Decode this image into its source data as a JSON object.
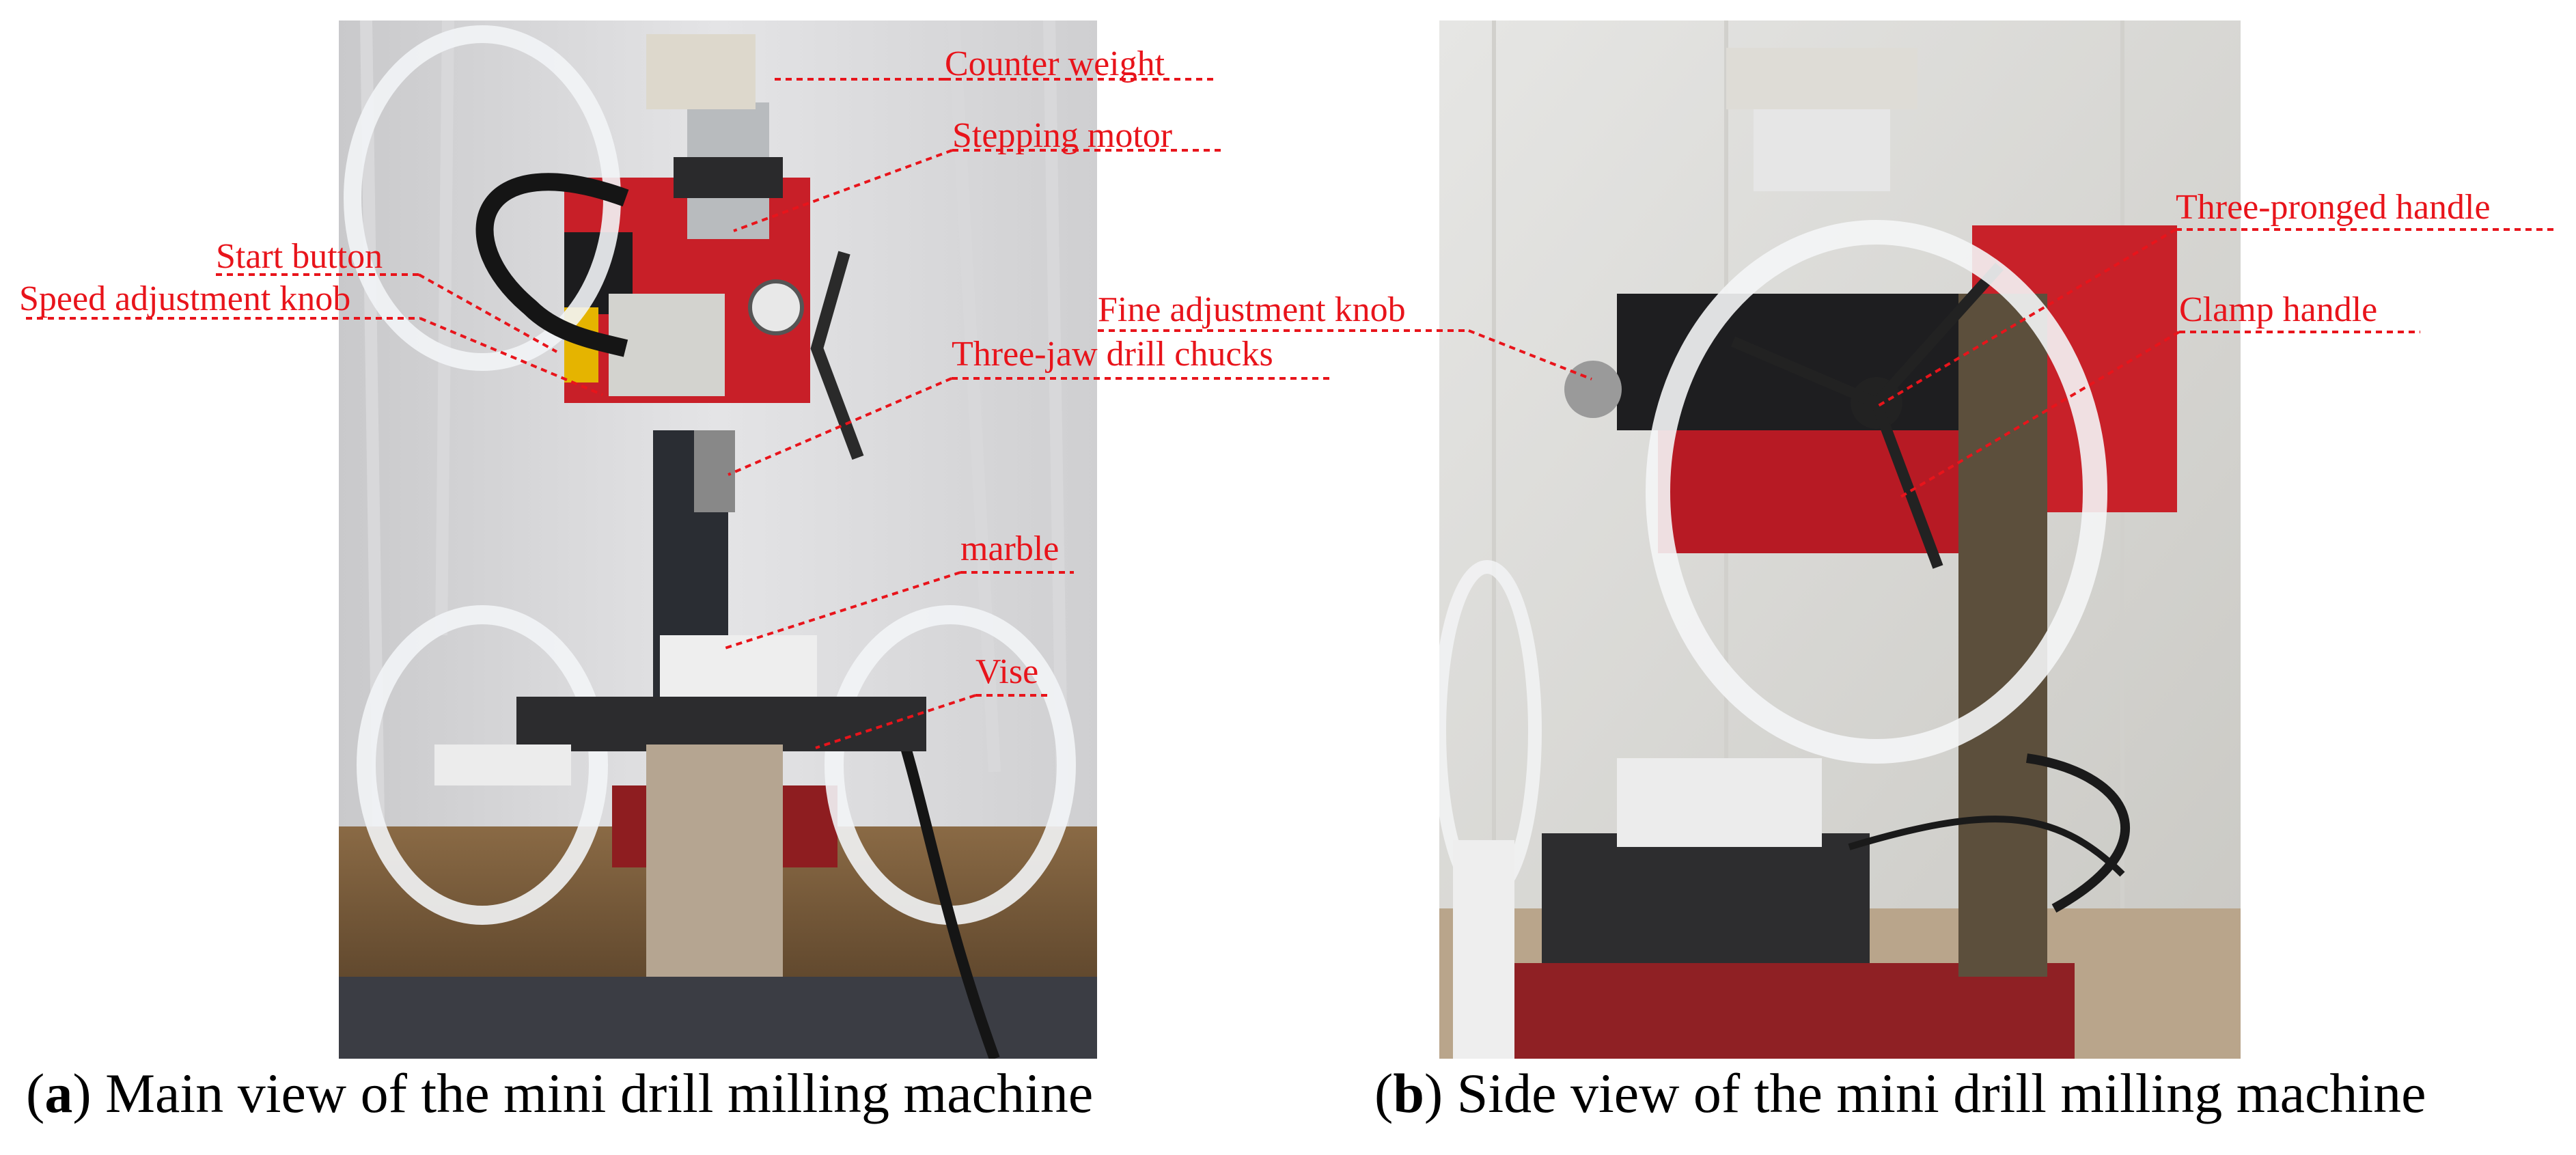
{
  "figure": {
    "panel_a": {
      "caption_letter": "a",
      "caption_text": "Main view of the mini drill milling machine",
      "labels": {
        "counter_weight": "Counter weight",
        "stepping_motor": "Stepping motor",
        "start_button": "Start button",
        "speed_knob": "Speed adjustment knob",
        "drill_chucks": "Three-jaw drill chucks",
        "marble": "marble",
        "vise": "Vise"
      }
    },
    "panel_b": {
      "caption_letter": "b",
      "caption_text": "Side view of the mini drill milling machine",
      "labels": {
        "fine_knob": "Fine adjustment knob",
        "three_pronged_handle": "Three-pronged handle",
        "clamp_handle": "Clamp handle"
      }
    },
    "label_color": "#e8141b"
  }
}
